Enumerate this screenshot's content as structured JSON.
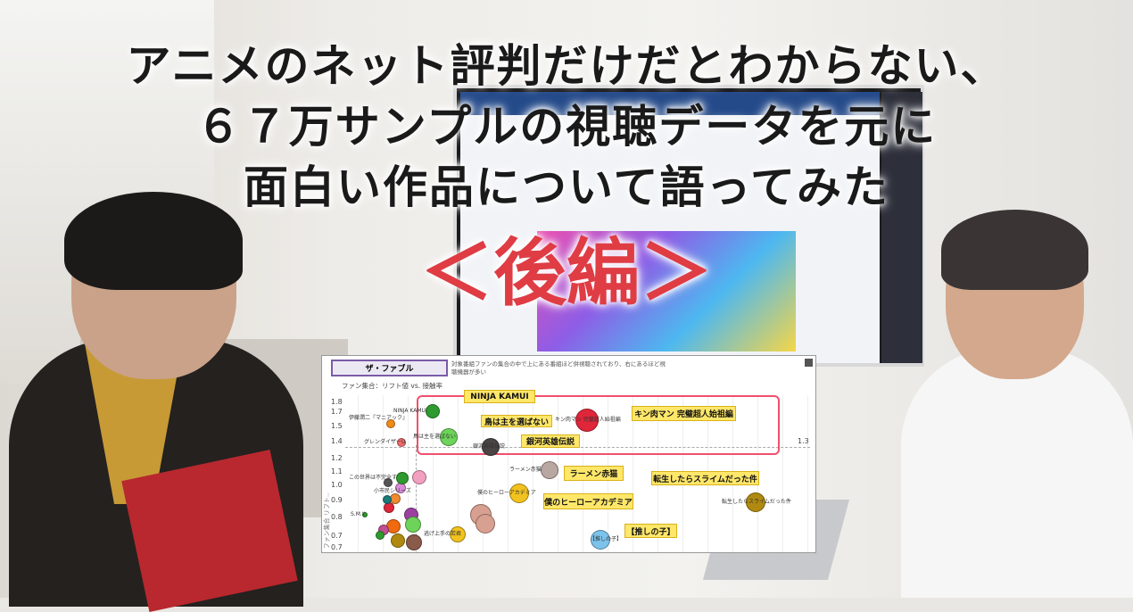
{
  "title": {
    "line1": "アニメのネット評判だけだとわからない、",
    "line2": "６７万サンプルの視聴データを元に",
    "line3": "面白い作品について語ってみた",
    "part": "＜後編＞"
  },
  "colors": {
    "accent": "#df3c44",
    "callout": "#ffe76a",
    "highlight_box": "#f0506e"
  },
  "panel": {
    "program": "ザ・ファブル",
    "description": "対象番組ファンの集合の中で上にある番組ほど併視聴されており、右にあるほど視聴機器が多い",
    "chart_title": "ファン集合：リフト値 vs. 接触率",
    "ylabel": "ファン集合 リフト..",
    "yticks": [
      "1.8",
      "1.7",
      "1.5",
      "1.4",
      "1.2",
      "1.1",
      "1.0",
      "0.9",
      "0.8",
      "0.7",
      "0.7"
    ],
    "ref_line": "1.3",
    "points": [
      "NINJA KAMUI",
      "キン肉マン 完璧超人始祖編",
      "鳥は主を選ばない",
      "銀河英雄伝説",
      "伊藤潤二『マニアック』",
      "グレンダイザーU",
      "ラーメン赤猫",
      "僕のヒーローアカデミア",
      "転生したらスライムだった件",
      "【推しの子】",
      "逃げ上手の若君",
      "この世界は不完全すぎる",
      "小市民シリーズ",
      "S.M.Y"
    ],
    "callouts": [
      "NINJA KAMUI",
      "鳥は主を選ばない",
      "銀河英雄伝説",
      "キン肉マン 完璧超人始祖編",
      "ラーメン赤猫",
      "転生したらスライムだった件",
      "僕のヒーローアカデミア",
      "【推しの子】"
    ]
  }
}
